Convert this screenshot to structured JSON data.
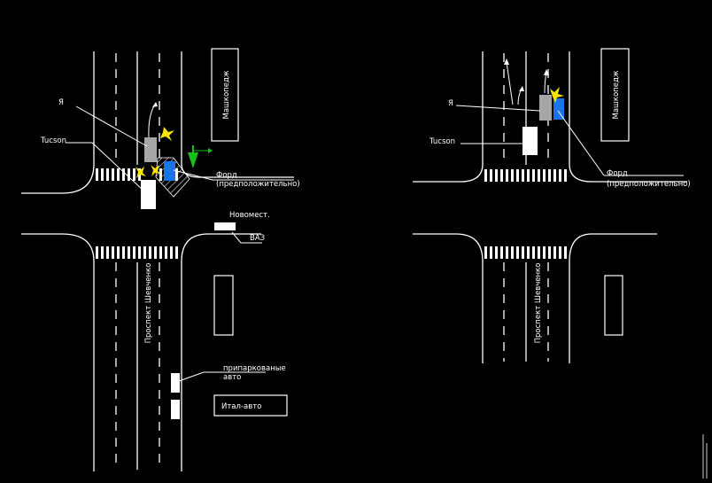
{
  "left_diagram": {
    "building_label": "Машкопедж",
    "street_label": "Проспект Шевченко",
    "me_label": "Я",
    "tucson_label": "Tucson",
    "ford_label": "Форд",
    "ford_note": "(предположительно)",
    "novomest_label": "Новомест.",
    "vaz_label": "ВАЗ",
    "parked_label_1": "припаркованые",
    "parked_label_2": "авто",
    "italauto_label": "Итал-авто"
  },
  "right_diagram": {
    "building_label": "Машкопедж",
    "street_label": "Проспект Шевченко",
    "me_label": "Я",
    "tucson_label": "Tucson",
    "ford_label": "Форд",
    "ford_note": "(предположительно)"
  },
  "colors": {
    "background": "#000000",
    "lines": "#ffffff",
    "ford": "#1a73e8",
    "my_car": "#a6a6a6",
    "impact_flash": "#f7e400",
    "green_marker": "#16c01a"
  }
}
